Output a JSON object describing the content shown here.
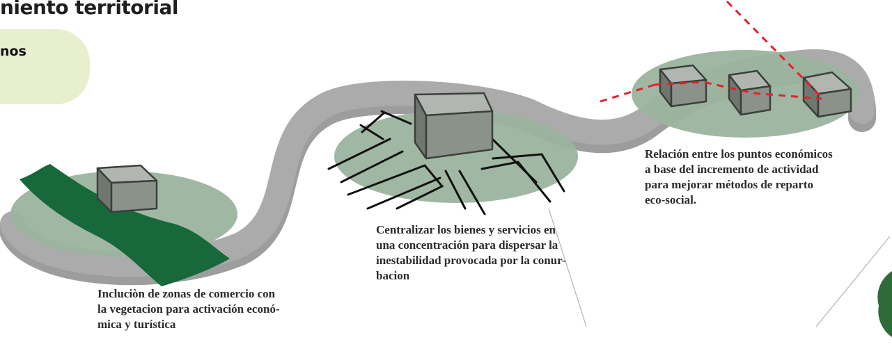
{
  "header": {
    "title": "niento territorial",
    "tab_label": "nos"
  },
  "captions": {
    "vegetation_zone": "Incluciòn de zonas de comercio con\nla vegetacion para activación econó-\nmica y turística",
    "central_zone": "Centralizar los bienes y servicios en\nuna concentración para dispersar la\ninestabilidad provocada por la conur-\nbacion",
    "economic_points": "Relación entre los puntos económicos\na base del incremento de actividad\npara mejorar métodos de reparto\neco-social."
  },
  "colors": {
    "path": "#a6a6a6",
    "zone_fill": "#9bb49e",
    "river": "#17683a",
    "building_front": "#8a928a",
    "building_top": "#b1b6b1",
    "building_side": "#6f786f",
    "building_stroke": "#3a3f3a",
    "dashed_link": "#e5202a",
    "street_lines": "#111111",
    "tab_bg": "#e7efcf"
  }
}
